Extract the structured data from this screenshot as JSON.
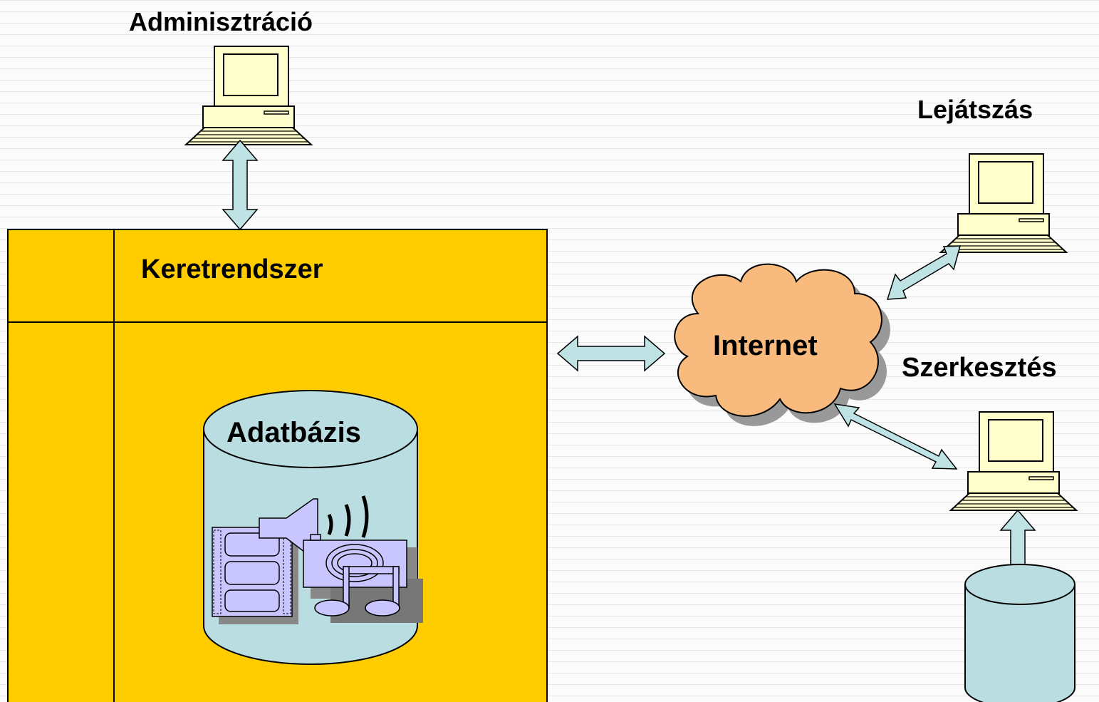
{
  "labels": {
    "admin": "Adminisztráció",
    "playback": "Lejátszás",
    "framework": "Keretrendszer",
    "internet": "Internet",
    "editing": "Szerkesztés",
    "database": "Adatbázis"
  },
  "colors": {
    "framework_fill": "#ffcc00",
    "internet_fill": "#f9bb7d",
    "cylinder_fill": "#b9dde0",
    "computer_fill": "#ffffcc",
    "arrow_fill": "#bfe2e4",
    "media_fill": "#c9c6ff"
  },
  "icons": [
    "computer-icon",
    "double-arrow-icon",
    "cloud-icon",
    "database-cylinder-icon",
    "media-clipart-icon"
  ]
}
